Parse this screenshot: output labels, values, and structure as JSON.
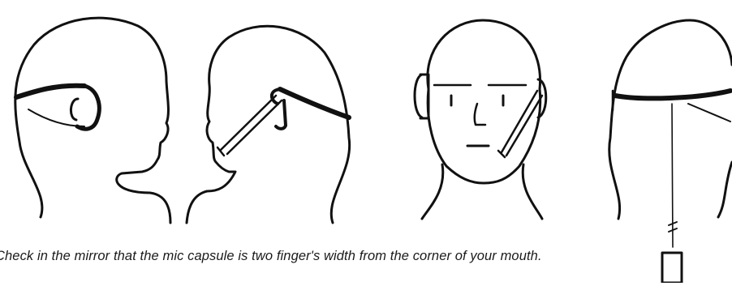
{
  "caption": "Check in the mirror that the mic capsule is two finger's width from the corner of your mouth.",
  "figures": [
    {
      "name": "head-side-left-with-headband"
    },
    {
      "name": "head-side-right-with-boom-mic"
    },
    {
      "name": "head-front-with-boom-mic"
    },
    {
      "name": "head-back-with-cable"
    }
  ],
  "colors": {
    "ink": "#111111",
    "background": "#ffffff"
  }
}
